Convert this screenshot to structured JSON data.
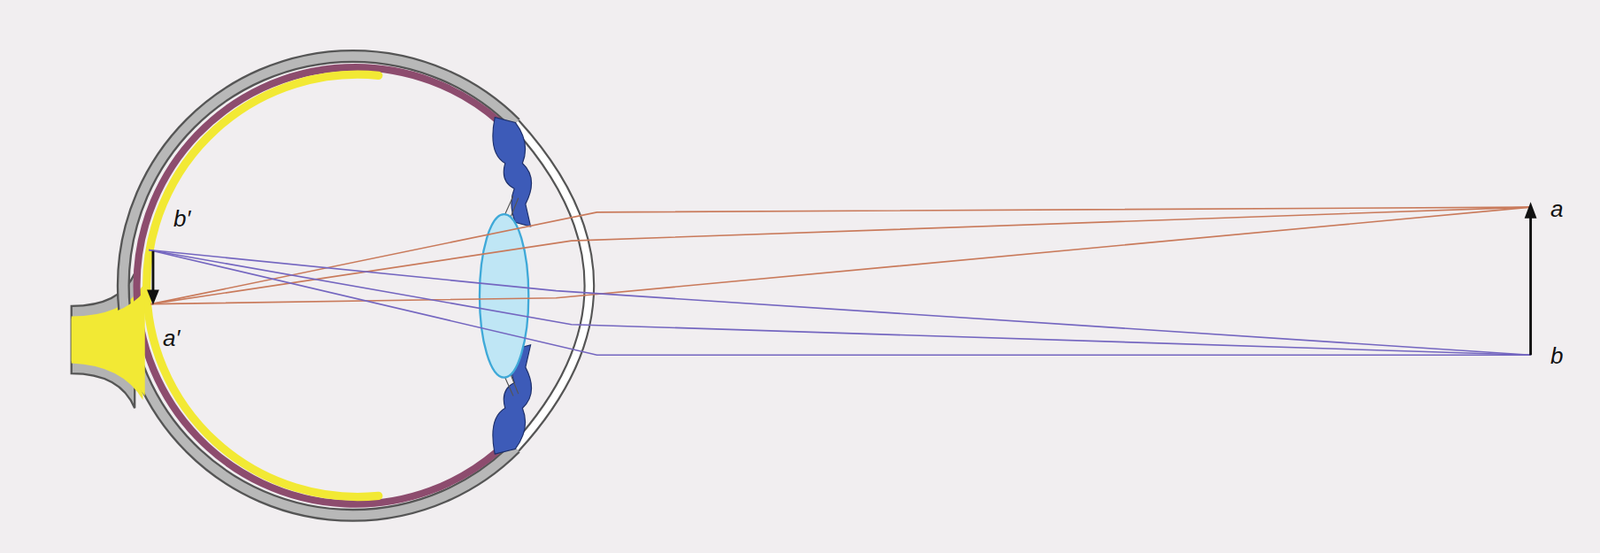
{
  "diagram": {
    "labels": [
      "b′",
      "a′",
      "a",
      "b"
    ]
  }
}
